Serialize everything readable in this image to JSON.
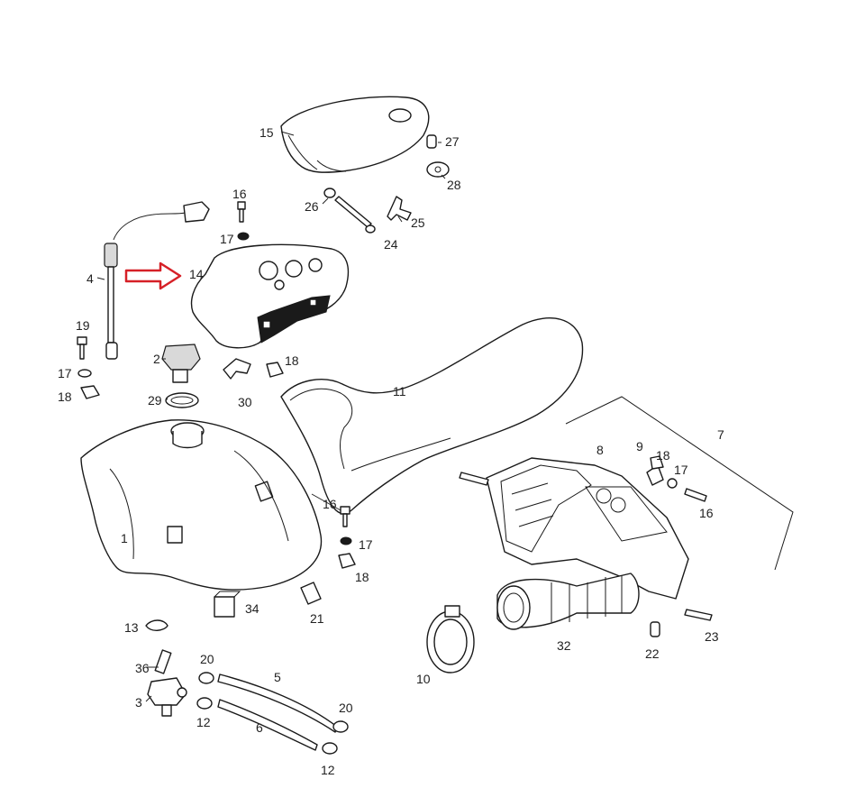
{
  "colors": {
    "line": "#1a1a1a",
    "background": "#ffffff",
    "arrow": "#d62027"
  },
  "callouts": [
    "1",
    "2",
    "3",
    "4",
    "5",
    "6",
    "7",
    "8",
    "9",
    "10",
    "11",
    "12",
    "12",
    "13",
    "14",
    "15",
    "16",
    "16",
    "16",
    "17",
    "17",
    "17",
    "18",
    "18",
    "18",
    "18",
    "19",
    "20",
    "20",
    "21",
    "22",
    "23",
    "24",
    "25",
    "26",
    "27",
    "28",
    "29",
    "30",
    "32",
    "34",
    "36"
  ],
  "labels": {
    "c1": "1",
    "c2": "2",
    "c3": "3",
    "c4": "4",
    "c5": "5",
    "c6": "6",
    "c7": "7",
    "c8": "8",
    "c9": "9",
    "c10": "10",
    "c11": "11",
    "c12a": "12",
    "c12b": "12",
    "c13": "13",
    "c14": "14",
    "c15": "15",
    "c16a": "16",
    "c16b": "16",
    "c16c": "16",
    "c17a": "17",
    "c17b": "17",
    "c17c": "17",
    "c17d": "17",
    "c18a": "18",
    "c18b": "18",
    "c18c": "18",
    "c18d": "18",
    "c19": "19",
    "c20a": "20",
    "c20b": "20",
    "c21": "21",
    "c22": "22",
    "c23": "23",
    "c24": "24",
    "c25": "25",
    "c26": "26",
    "c27": "27",
    "c28": "28",
    "c29": "29",
    "c30": "30",
    "c32": "32",
    "c34": "34",
    "c36": "36"
  }
}
